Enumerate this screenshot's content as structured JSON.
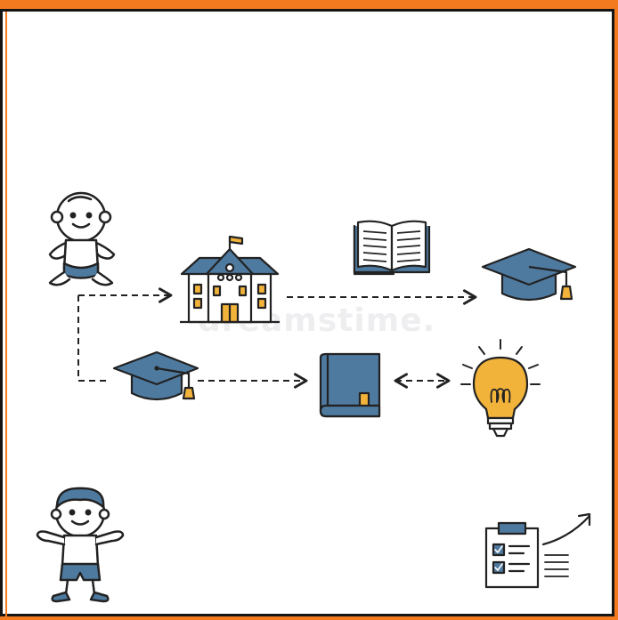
{
  "watermark": {
    "text": "dreamstime."
  },
  "colors": {
    "stroke": "#222222",
    "blue": "#4f7aa0",
    "blue_dark": "#3b6185",
    "yellow": "#f2b33b",
    "skin": "#ffffff",
    "frame": "#f47a20",
    "border": "#141414"
  },
  "nodes": [
    {
      "id": "baby",
      "icon": "baby-icon"
    },
    {
      "id": "school",
      "icon": "school-building-icon"
    },
    {
      "id": "open-book",
      "icon": "open-book-icon"
    },
    {
      "id": "cap-top",
      "icon": "graduation-cap-icon"
    },
    {
      "id": "cap-mid",
      "icon": "graduation-cap-icon"
    },
    {
      "id": "closed-book",
      "icon": "closed-book-icon"
    },
    {
      "id": "lightbulb",
      "icon": "lightbulb-icon"
    },
    {
      "id": "child",
      "icon": "child-icon"
    },
    {
      "id": "clipboard",
      "icon": "clipboard-chart-icon"
    }
  ],
  "edges": [
    {
      "from": "baby",
      "to": "school",
      "style": "dashed",
      "arrow": "end"
    },
    {
      "from": "school",
      "to": "cap-top",
      "style": "dashed",
      "arrow": "end"
    },
    {
      "from": "baby",
      "to": "cap-mid",
      "style": "dashed",
      "arrow": "none"
    },
    {
      "from": "cap-mid",
      "to": "closed-book",
      "style": "dashed",
      "arrow": "end"
    },
    {
      "from": "closed-book",
      "to": "lightbulb",
      "style": "dashed",
      "arrow": "both"
    },
    {
      "from": "clipboard",
      "to": "growth",
      "style": "solid",
      "arrow": "end"
    }
  ]
}
